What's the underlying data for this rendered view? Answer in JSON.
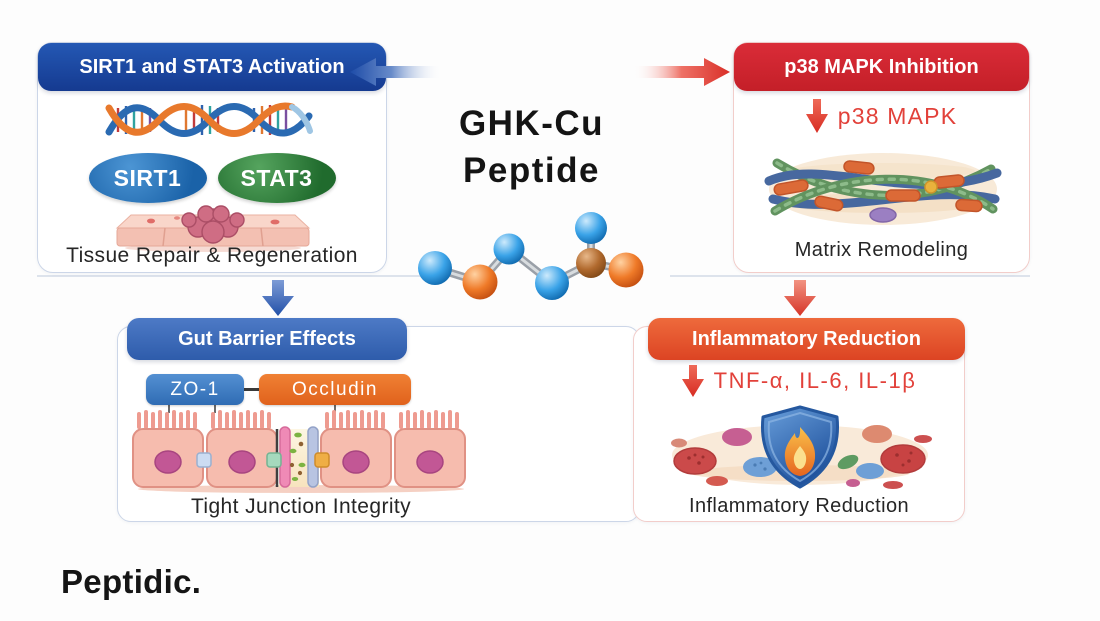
{
  "brand": {
    "name": "Peptidic."
  },
  "center": {
    "title_line1": "GHK-Cu",
    "title_line2": "Peptide"
  },
  "panels": {
    "top_left": {
      "header": "SIRT1 and STAT3 Activation",
      "badge_sirt1": "SIRT1",
      "badge_stat3": "STAT3",
      "caption": "Tissue Repair & Regeneration"
    },
    "top_right": {
      "header": "p38 MAPK Inhibition",
      "down_note": "p38 MAPK",
      "caption": "Matrix Remodeling"
    },
    "bottom_left": {
      "header": "Gut Barrier Effects",
      "tag_zo1": "ZO-1",
      "tag_occludin": "Occludin",
      "caption": "Tight Junction Integrity"
    },
    "bottom_right": {
      "header": "Inflammatory Reduction",
      "down_note": "TNF-α, IL-6, IL-1β",
      "caption": "Inflammatory Reduction"
    }
  },
  "colors": {
    "header_blue_dark": "#1c4aa6",
    "header_red": "#d2262f",
    "header_blue_medium": "#3c69b8",
    "header_orange": "#e25430",
    "note_red": "#e2413a",
    "arrow_blue": "#2a56ae",
    "arrow_red": "#dd3a31",
    "sirt1_blue": "#1e68ae",
    "stat3_green": "#2e7d3a",
    "zo1_blue": "#3d7ec6",
    "occludin_orange": "#ec7125"
  }
}
